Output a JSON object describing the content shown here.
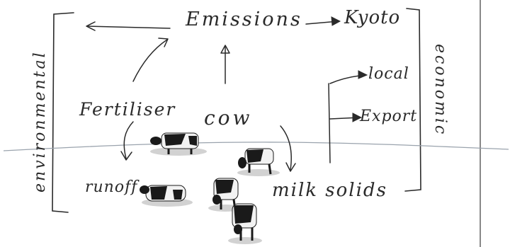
{
  "labels": {
    "emissions": "Emissions",
    "kyoto": "Kyoto",
    "fertiliser": "Fertiliser",
    "cow": "cow",
    "runoff": "runoff",
    "milk_solids": "milk solids",
    "local": "local",
    "export": "Export",
    "environmental": "environmental",
    "economic": "economic"
  },
  "colors": {
    "ink": "#2a2a2a",
    "horizon": "#9aa3ad",
    "cow_black": "#1a1a1a",
    "cow_white": "#f2f2f2",
    "shadow": "#c9c9c9"
  },
  "cows": [
    {
      "name": "cow-top-center"
    },
    {
      "name": "cow-right"
    },
    {
      "name": "cow-left-lying"
    },
    {
      "name": "cow-middle"
    },
    {
      "name": "cow-bottom"
    }
  ]
}
